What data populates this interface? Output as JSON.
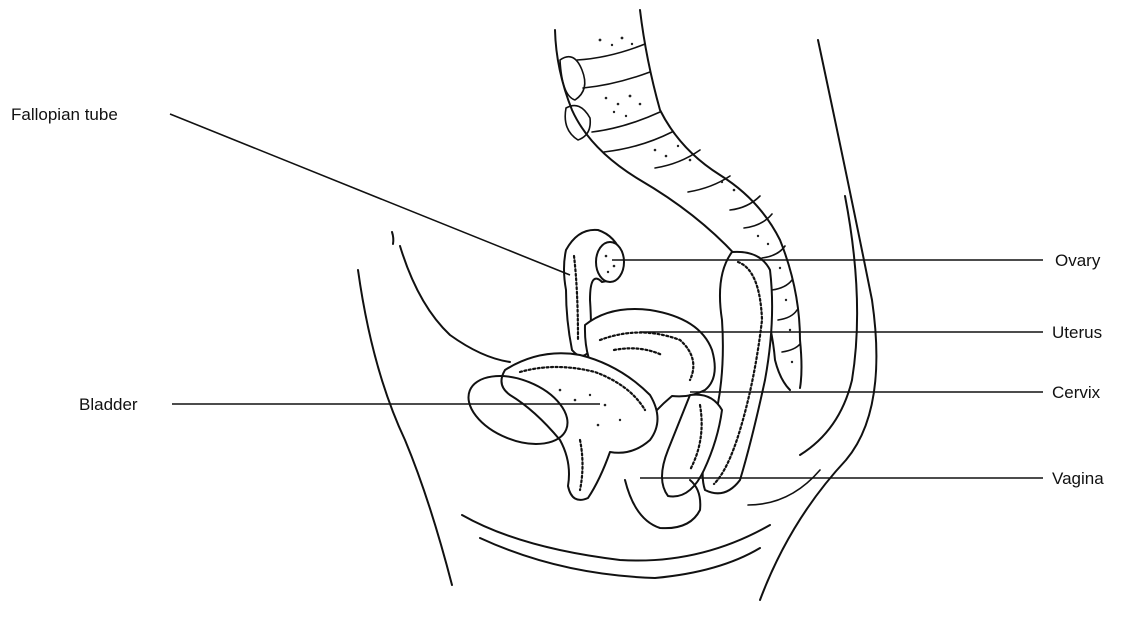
{
  "labels": {
    "fallopian_tube": "Fallopian tube",
    "ovary": "Ovary",
    "uterus": "Uterus",
    "bladder": "Bladder",
    "cervix": "Cervix",
    "vagina": "Vagina"
  },
  "colors": {
    "ink": "#111111",
    "background": "#ffffff"
  }
}
